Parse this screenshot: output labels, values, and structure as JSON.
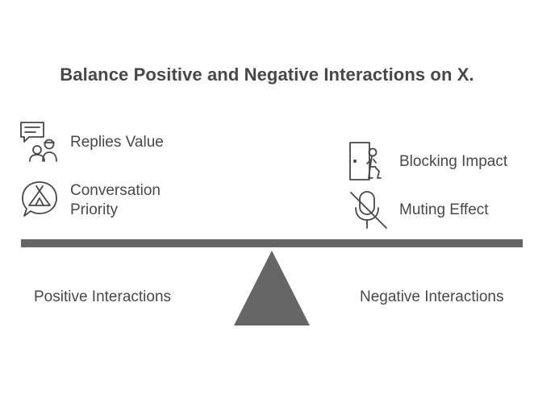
{
  "title": "Balance Positive and Negative Interactions on X.",
  "left_items": [
    {
      "label": "Replies Value",
      "icon": "chat-people-icon"
    },
    {
      "label_line1": "Conversation",
      "label_line2": "Priority",
      "icon": "conversation-tent-icon"
    }
  ],
  "right_items": [
    {
      "label": "Blocking Impact",
      "icon": "person-pushing-door-icon"
    },
    {
      "label": "Muting Effect",
      "icon": "muted-microphone-icon"
    }
  ],
  "left_side_label": "Positive Interactions",
  "right_side_label": "Negative Interactions",
  "colors": {
    "text": "#484848",
    "beam": "#666666",
    "fulcrum": "#666666",
    "icon_stroke": "#484848"
  }
}
